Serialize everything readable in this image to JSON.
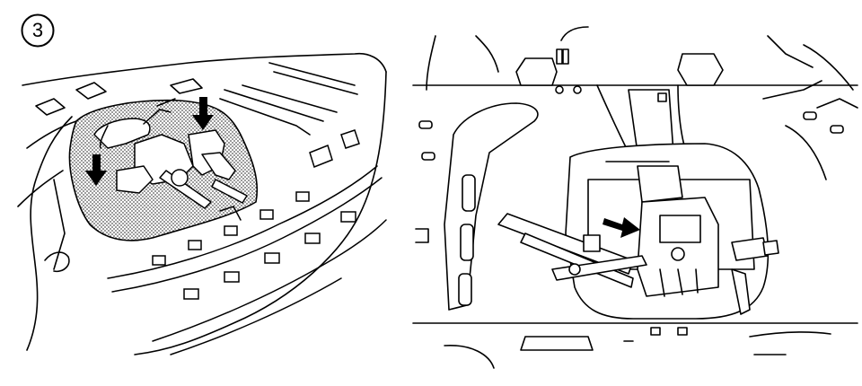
{
  "step": {
    "number": "3"
  },
  "colors": {
    "line": "#000000",
    "shade": "#b9b9b9",
    "background": "#ffffff"
  },
  "figures": [
    {
      "id": "left",
      "subject": "trunk-floor-tool-tray",
      "arrows": 2
    },
    {
      "id": "right",
      "subject": "jack-in-holder",
      "arrows": 1
    }
  ]
}
